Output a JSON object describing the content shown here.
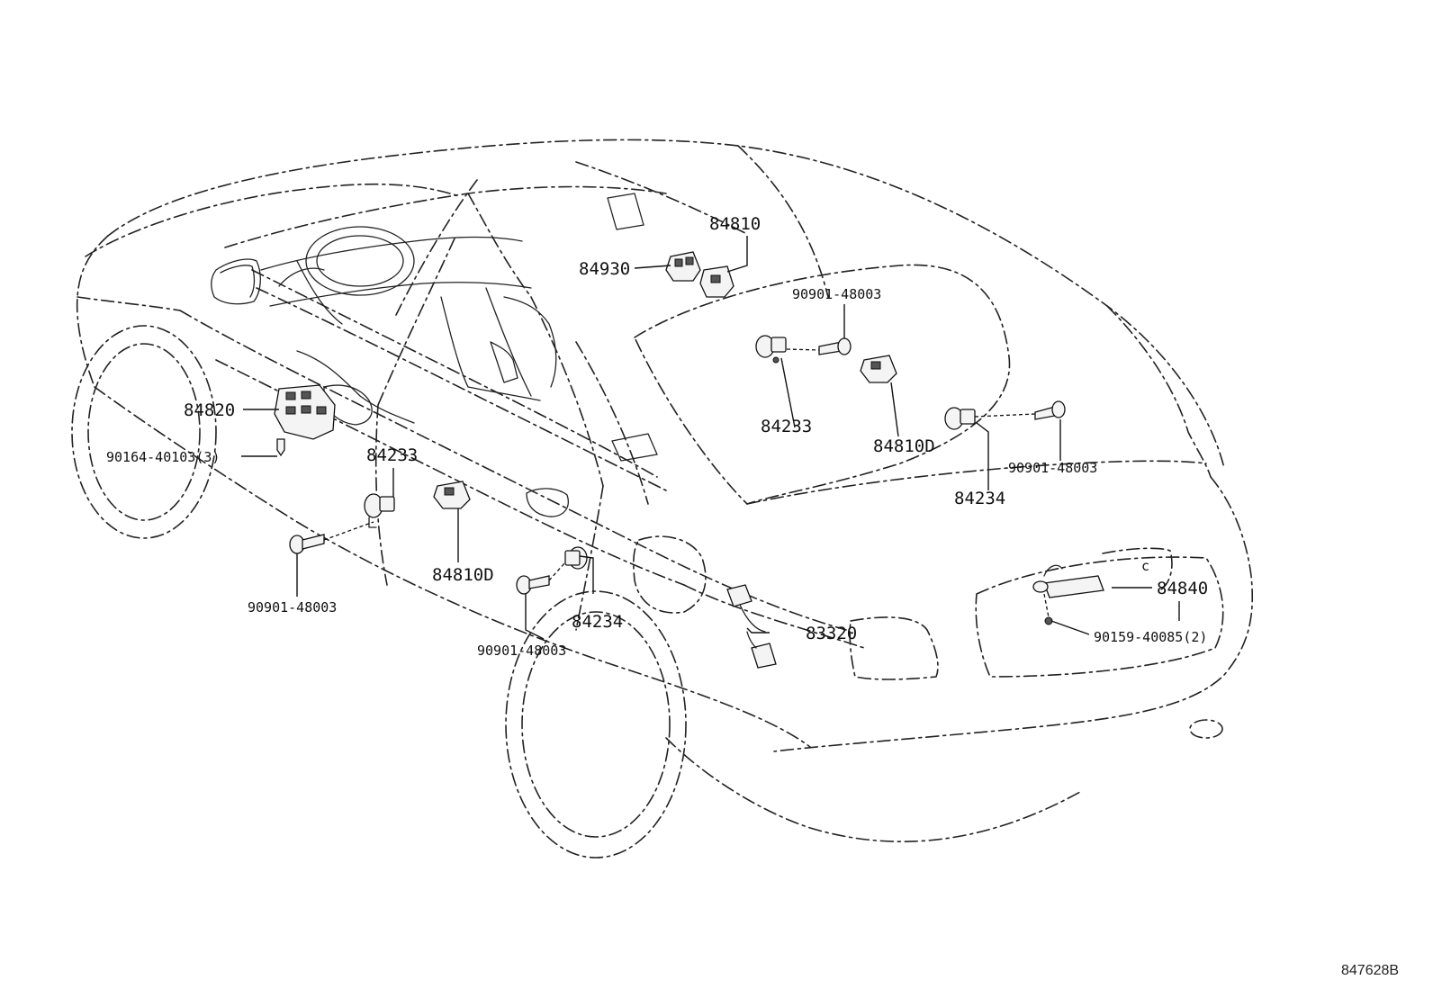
{
  "labels": {
    "p84810": "84810",
    "p84930": "84930",
    "p90901_top": "90901-48003",
    "p84233_top": "84233",
    "p84810D_top": "84810D",
    "p84234_right": "84234",
    "p90901_right": "90901-48003",
    "p84820": "84820",
    "p90164": "90164-40103(3)",
    "p84233_left": "84233",
    "p90901_left": "90901-48003",
    "p84810D_left": "84810D",
    "p84234_bottom": "84234",
    "p90901_bottom": "90901-48003",
    "p83320": "83320",
    "p84840": "84840",
    "p90159": "90159-40085(2)",
    "small_c": "c"
  },
  "diagram_code": "847628B"
}
